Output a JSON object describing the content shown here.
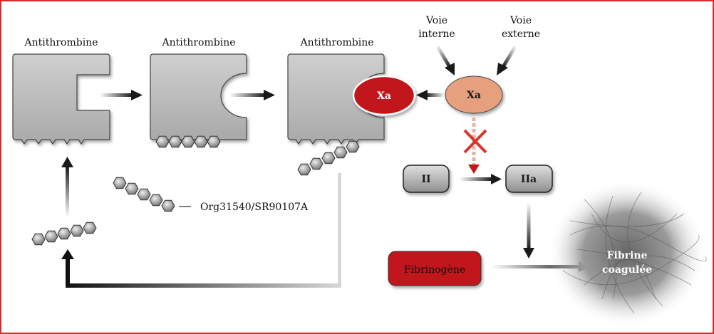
{
  "labels": {
    "antithrombine_1": "Antithrombine",
    "antithrombine_2": "Antithrombine",
    "antithrombine_3": "Antithrombine",
    "voie_interne_1": "Voie",
    "voie_interne_2": "interne",
    "voie_externe_1": "Voie",
    "voie_externe_2": "externe",
    "xa_bound": "Xa",
    "xa_free": "Xa",
    "ii": "II",
    "iia": "IIa",
    "fibrinogene": "Fibrinogène",
    "fibrine_1": "Fibrine",
    "fibrine_2": "coagulée",
    "compound": "Org31540/SR90107A"
  },
  "colors": {
    "border": "#d42b2b",
    "antithrombin_fill": "#b9b9b9",
    "xa_bound_fill": "#c0191c",
    "xa_free_fill": "#e6a07e",
    "fibrinogene_fill": "#c0191c",
    "block_cross": "#d9342b"
  },
  "icons": {
    "inhibition": "red-cross-icon",
    "pentasaccharide": "hexagon-chain-icon"
  }
}
